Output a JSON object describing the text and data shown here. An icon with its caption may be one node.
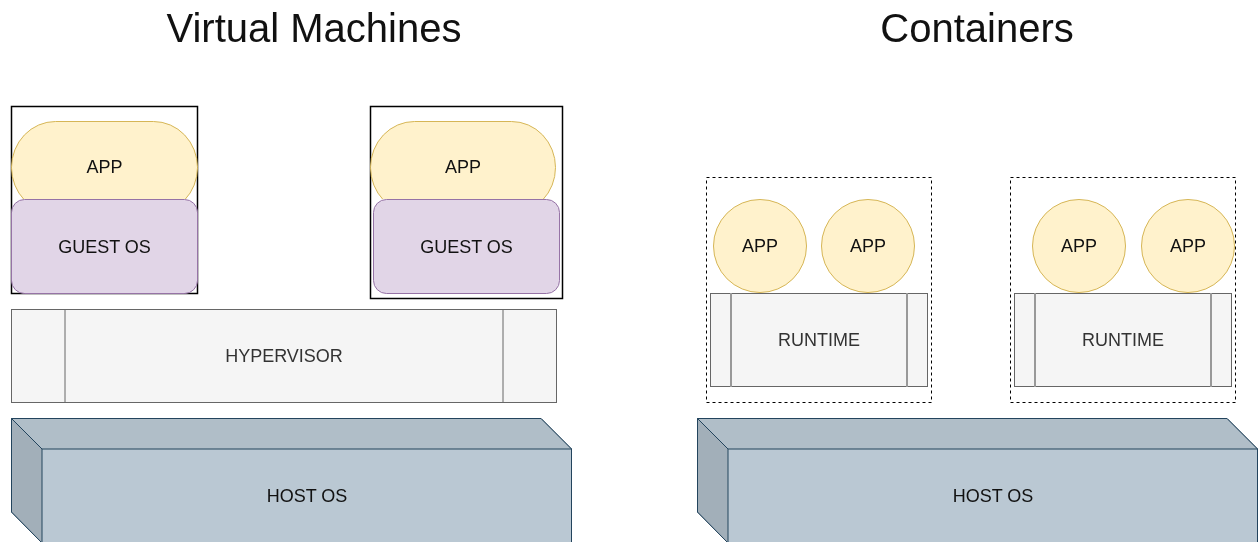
{
  "diagram": {
    "nodes": [
      {
        "text": [],
        "shape": "box"
      },
      {
        "text": [
          "APP"
        ],
        "in": 0
      },
      {
        "text": [
          "GUEST OS"
        ],
        "in": 0
      },
      {
        "text": [],
        "shape": "box"
      },
      {
        "text": [
          "APP"
        ],
        "in": 3
      },
      {
        "text": [
          "GUEST OS"
        ],
        "in": 3
      },
      {
        "text": [],
        "shape": "box"
      },
      {
        "text": [
          "APP"
        ],
        "in": 6
      },
      {
        "text": [
          "APP"
        ],
        "in": 6
      },
      {
        "text": [
          "RUNTIME"
        ],
        "in": 6
      },
      {
        "text": [],
        "shape": "box"
      },
      {
        "text": [
          "APP"
        ],
        "in": 10
      },
      {
        "text": [
          "APP"
        ],
        "in": 10
      },
      {
        "text": [
          "RUNTIME"
        ],
        "in": 10
      },
      {
        "text": [
          "HYPERVISOR"
        ]
      },
      {
        "text": [
          "HOST OS"
        ]
      },
      {
        "text": [
          "HOST OS"
        ]
      }
    ],
    "edges": [],
    "labels": [
      "Virtual Machines",
      "Containers"
    ]
  }
}
